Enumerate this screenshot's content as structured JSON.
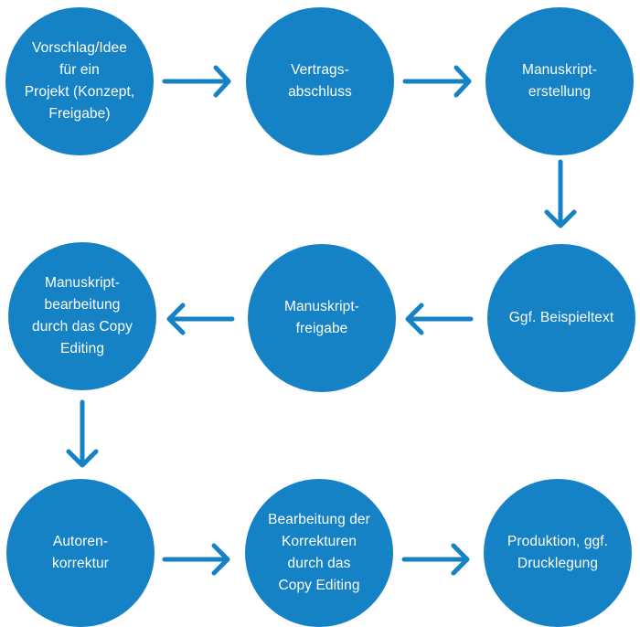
{
  "diagram": {
    "type": "process-flow",
    "accent_color": "#1582c6",
    "text_color": "#ffffff",
    "steps": [
      {
        "id": "step-1",
        "label": "Vorschlag/Idee\nfür ein\nProjekt (Konzept,\nFreigabe)"
      },
      {
        "id": "step-2",
        "label": "Vertrags-\nabschluss"
      },
      {
        "id": "step-3",
        "label": "Manuskript-\nerstellung"
      },
      {
        "id": "step-4",
        "label": "Ggf. Beispieltext"
      },
      {
        "id": "step-5",
        "label": "Manuskript-\nfreigabe"
      },
      {
        "id": "step-6",
        "label": "Manuskript-\nbearbeitung\ndurch das Copy\nEditing"
      },
      {
        "id": "step-7",
        "label": "Autoren-\nkorrektur"
      },
      {
        "id": "step-8",
        "label": "Bearbeitung der\nKorrekturen\ndurch das\nCopy Editing"
      },
      {
        "id": "step-9",
        "label": "Produktion, ggf.\nDrucklegung"
      }
    ],
    "connections": [
      {
        "from": "step-1",
        "to": "step-2",
        "direction": "right"
      },
      {
        "from": "step-2",
        "to": "step-3",
        "direction": "right"
      },
      {
        "from": "step-3",
        "to": "step-4",
        "direction": "down"
      },
      {
        "from": "step-4",
        "to": "step-5",
        "direction": "left"
      },
      {
        "from": "step-5",
        "to": "step-6",
        "direction": "left"
      },
      {
        "from": "step-6",
        "to": "step-7",
        "direction": "down"
      },
      {
        "from": "step-7",
        "to": "step-8",
        "direction": "right"
      },
      {
        "from": "step-8",
        "to": "step-9",
        "direction": "right"
      }
    ]
  }
}
